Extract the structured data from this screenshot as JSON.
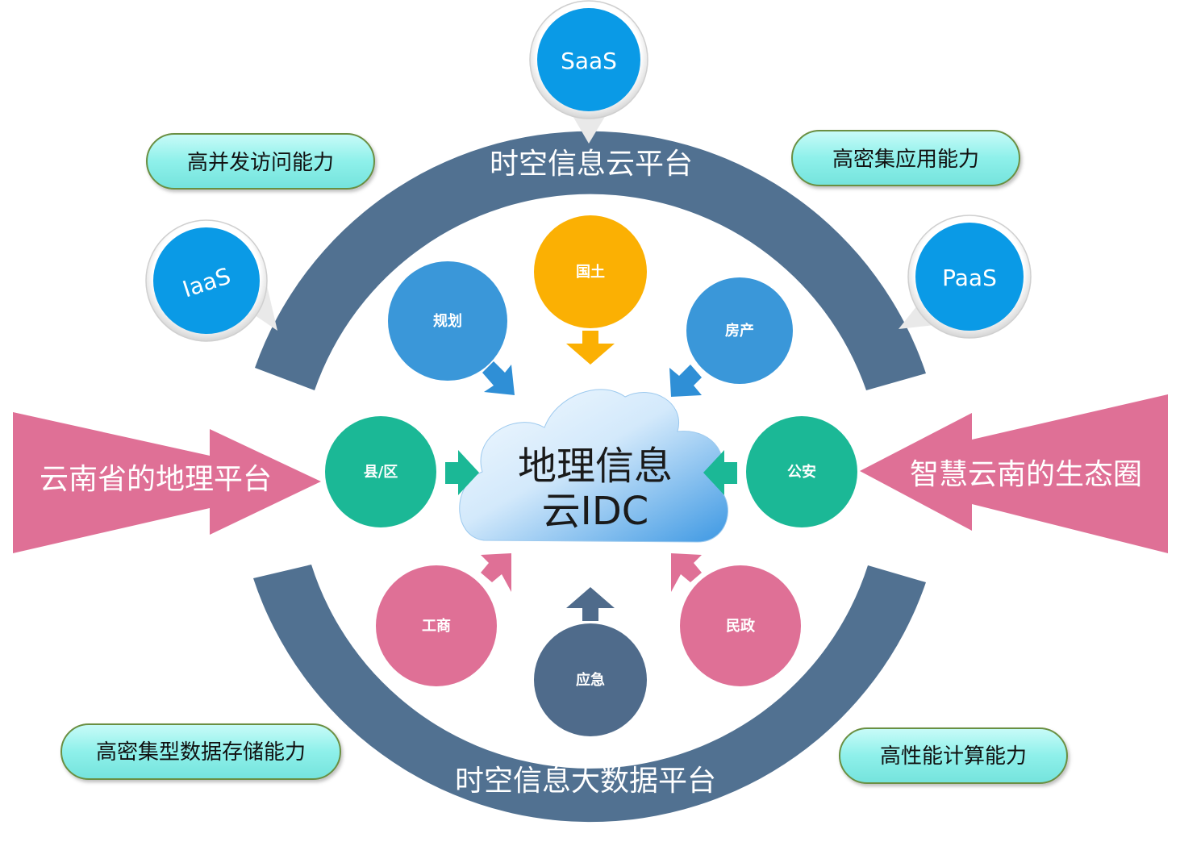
{
  "center": {
    "line1": "地理信息",
    "line2": "云IDC"
  },
  "arc_top_label": "时空信息云平台",
  "arc_bottom_label": "时空信息大数据平台",
  "left_arrow_label": "云南省的地理平台",
  "right_arrow_label": "智慧云南的生态圈",
  "bubbles": {
    "saas": "SaaS",
    "iaas": "IaaS",
    "paas": "PaaS"
  },
  "capabilities": {
    "top_left": "高并发访问能力",
    "top_right": "高密集应用能力",
    "bottom_left": "高密集型数据存储能力",
    "bottom_right": "高性能计算能力"
  },
  "departments": {
    "guotu": "国土",
    "guihua": "规划",
    "fangchan": "房产",
    "xianqu": "县/区",
    "gongan": "公安",
    "gongshang": "工商",
    "yingji": "应急",
    "minzheng": "民政"
  },
  "colors": {
    "arc": "#517191",
    "pink": "#df7096",
    "blue_bubble": "#0a9ae6",
    "orange": "#fbb003",
    "light_blue": "#3a97d9",
    "green": "#1bb896",
    "pink_circle": "#df7096",
    "dark_circle": "#4f6b8b",
    "pill": "#8ff1ec",
    "cloud_dark": "#3e9be5",
    "cloud_light": "#e8f4fd"
  }
}
